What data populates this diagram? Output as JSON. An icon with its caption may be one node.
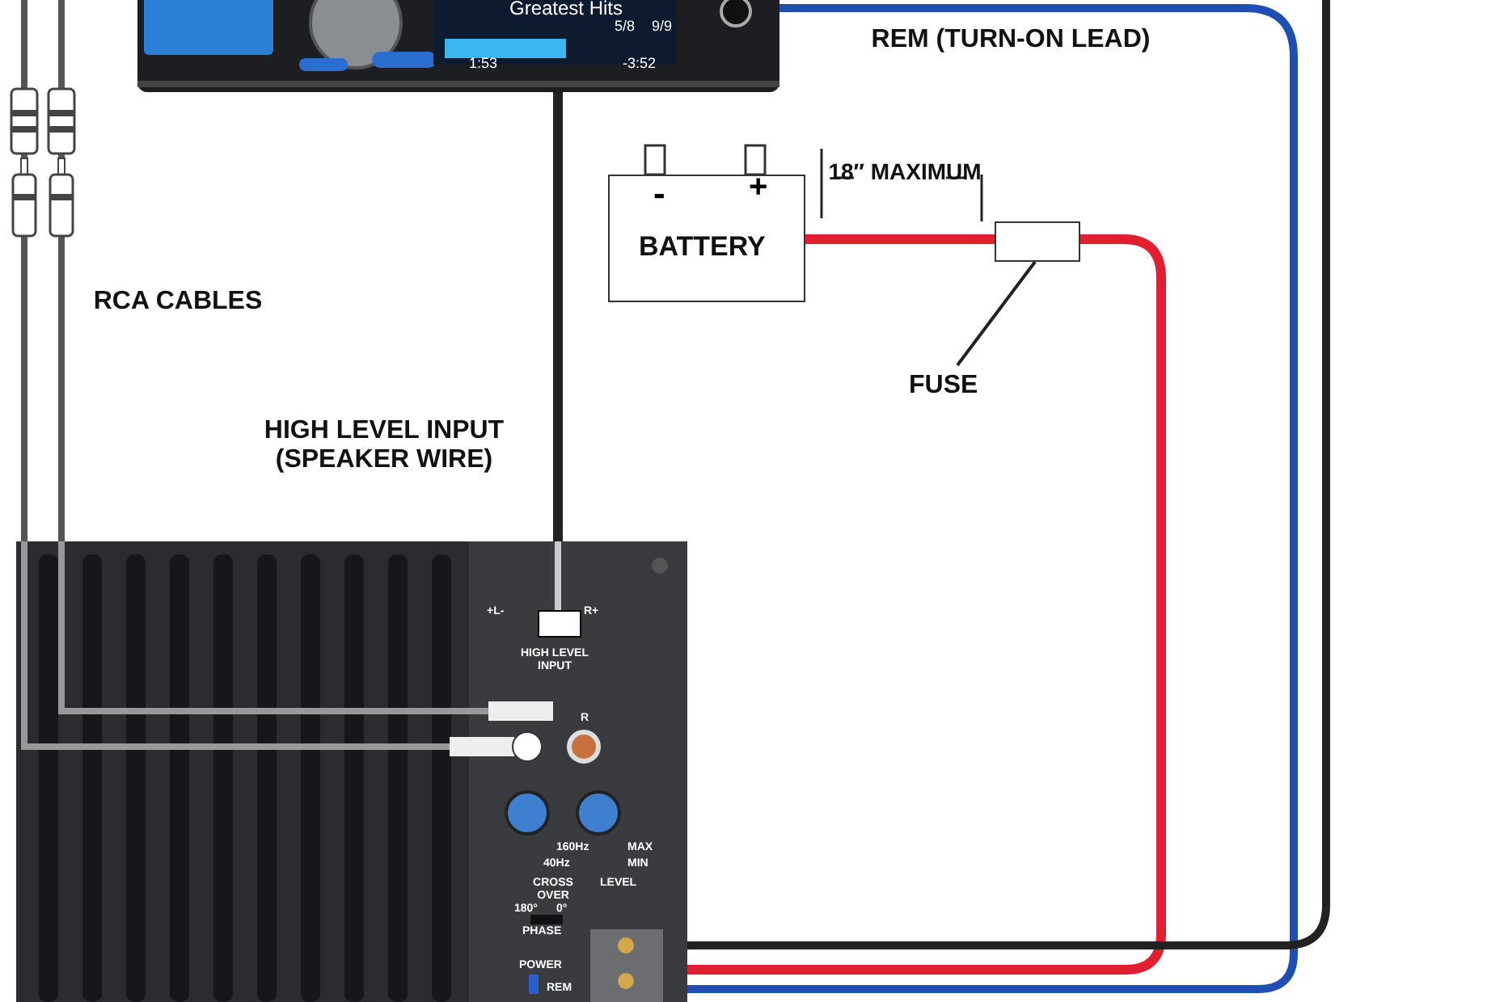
{
  "diagram": {
    "nodes": [
      {
        "text": [
          "Greatest Hits",
          "5/8",
          "9/9",
          "1:53",
          "-3:52"
        ]
      },
      {
        "text": [
          "-",
          "+",
          "BATTERY"
        ]
      },
      {
        "text": [],
        "shape": "box"
      },
      {
        "text": [
          "+L-",
          "R+",
          "HIGH LEVEL INPUT",
          "R",
          "160Hz",
          "40Hz",
          "CROSS OVER",
          "MAX",
          "MIN",
          "LEVEL",
          "180°",
          "0°",
          "PHASE",
          "POWER",
          "REM"
        ]
      },
      {
        "text": [
          "FUSE"
        ]
      }
    ],
    "edges": [
      {
        "from": 0,
        "to": 3,
        "arrow": "none"
      },
      {
        "from": 0,
        "to": 3,
        "arrow": "none",
        "color": "#1f4fb4"
      },
      {
        "from": 1,
        "to": 2,
        "arrow": "none",
        "color": "#e02030"
      },
      {
        "from": 2,
        "to": 3,
        "arrow": "none",
        "color": "#e02030"
      },
      {
        "from": 3,
        "to": null,
        "arrow": "none"
      },
      {
        "from": null,
        "to": 3,
        "arrow": "none"
      },
      {
        "from": null,
        "to": 3,
        "arrow": "none"
      },
      {
        "from": 4,
        "to": 2,
        "arrow": "none"
      }
    ],
    "labels": [
      "REM (TURN-ON LEAD)",
      "18″ MAXIMUM",
      "RCA CABLES",
      "HIGH LEVEL INPUT (SPEAKER WIRE)"
    ]
  }
}
